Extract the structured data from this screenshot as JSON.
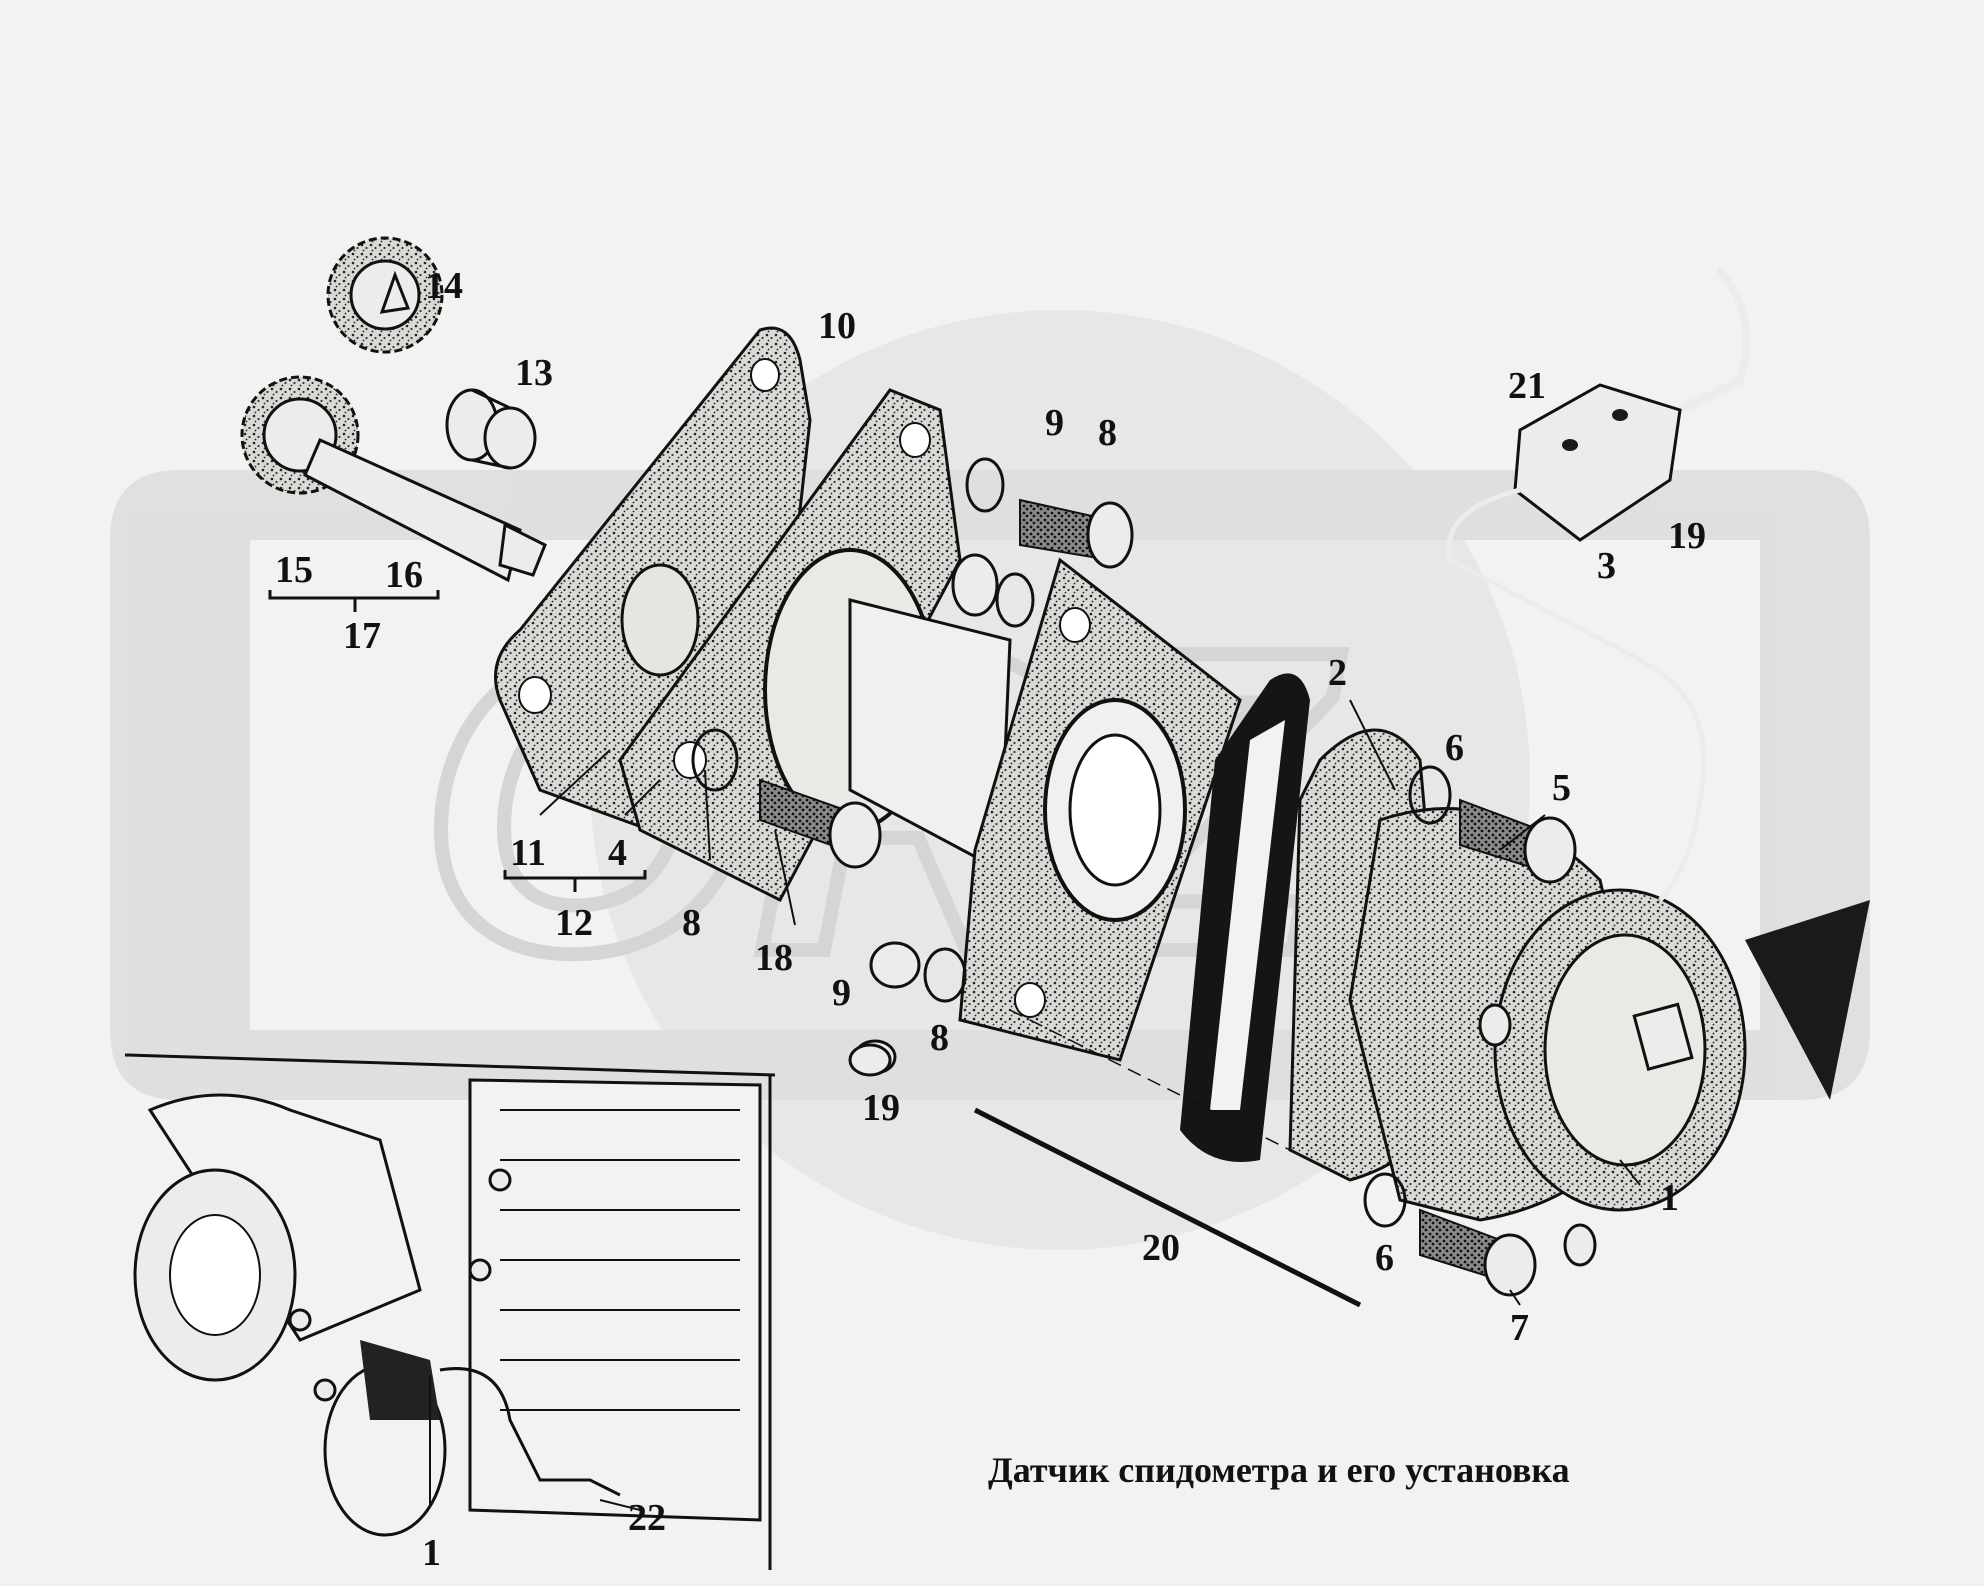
{
  "caption": "Датчик спидометра  и его установка",
  "watermark_text": "ORZ",
  "labels": {
    "l1": "1",
    "l1b": "1",
    "l2": "2",
    "l3": "3",
    "l4": "4",
    "l5": "5",
    "l6a": "6",
    "l6b": "6",
    "l7": "7",
    "l8a": "8",
    "l8b": "8",
    "l8c": "8",
    "l9a": "9",
    "l9b": "9",
    "l10": "10",
    "l11": "11",
    "l12": "12",
    "l13": "13",
    "l14": "14",
    "l15": "15",
    "l16": "16",
    "l17": "17",
    "l18": "18",
    "l19a": "19",
    "l19b": "19",
    "l20": "20",
    "l21": "21",
    "l22": "22"
  },
  "icons": {
    "watermark": "gear-logo-icon"
  }
}
